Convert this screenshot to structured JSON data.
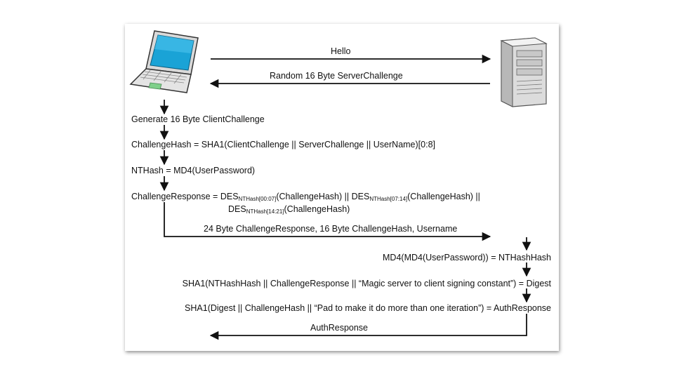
{
  "diagram": {
    "msg_hello": "Hello",
    "msg_server_challenge": "Random 16 Byte ServerChallenge",
    "step_client_challenge": "Generate 16 Byte ClientChallenge",
    "step_challenge_hash": "ChallengeHash = SHA1(ClientChallenge || ServerChallenge || UserName)[0:8]",
    "step_nthash": "NTHash = MD4(UserPassword)",
    "challenge_response": {
      "lhs": "ChallengeResponse =",
      "des": "DES",
      "sub1": "NTHash[00:07]",
      "arg1": "(ChallengeHash) ||",
      "sub2": "NTHash[07:14]",
      "arg2": "(ChallengeHash) ||",
      "sub3": "NTHash[14:21]",
      "arg3": "(ChallengeHash)"
    },
    "msg_client_response": "24 Byte ChallengeResponse, 16 Byte ChallengeHash, Username",
    "step_nthashhash": "MD4(MD4(UserPassword)) = NTHashHash",
    "step_digest": "SHA1(NTHashHash || ChallengeResponse || “Magic server to client signing constant”) = Digest",
    "step_auth_response": "SHA1(Digest || ChallengeHash || “Pad to make it do more than one iteration”) = AuthResponse",
    "msg_auth_response": "AuthResponse"
  }
}
